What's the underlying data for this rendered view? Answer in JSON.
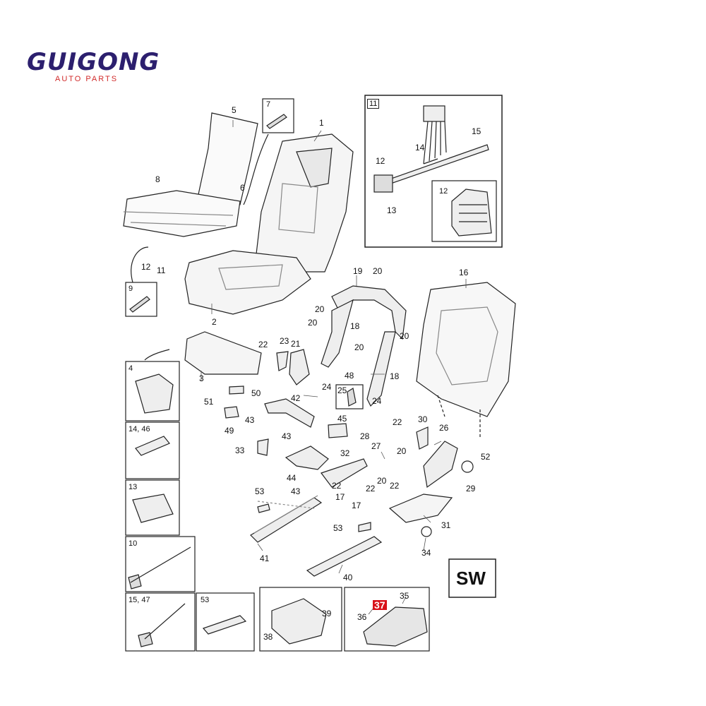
{
  "brand": {
    "name": "GUIGONG",
    "tagline": "AUTO PARTS",
    "color": "#2c1f6e",
    "tagline_color": "#d12a2a"
  },
  "corner_code": "SW",
  "highlighted_part": "37",
  "highlight_color": "#d8121a",
  "inset_labels": {
    "box_11": "11",
    "box_12": "12",
    "box_7": "7",
    "box_9": "9",
    "box_4": "4",
    "box_14_46": "14, 46",
    "box_13": "13",
    "box_10": "10",
    "box_15_47": "15, 47",
    "box_53": "53",
    "box_25": "25"
  },
  "callouts": {
    "c1": "1",
    "c2": "2",
    "c3": "3",
    "c5": "5",
    "c6": "6",
    "c8": "8",
    "c11a": "11",
    "c12a": "12",
    "c12b": "12",
    "c13": "13",
    "c14": "14",
    "c15": "15",
    "c16": "16",
    "c17a": "17",
    "c17b": "17",
    "c18a": "18",
    "c18b": "18",
    "c19": "19",
    "c20a": "20",
    "c20b": "20",
    "c20c": "20",
    "c20d": "20",
    "c20e": "20",
    "c20f": "20",
    "c20g": "20",
    "c21": "21",
    "c22a": "22",
    "c22b": "22",
    "c22c": "22",
    "c22d": "22",
    "c22e": "22",
    "c23": "23",
    "c24a": "24",
    "c24b": "24",
    "c26": "26",
    "c27": "27",
    "c28": "28",
    "c29": "29",
    "c30": "30",
    "c31": "31",
    "c32": "32",
    "c33": "33",
    "c34": "34",
    "c35": "35",
    "c36": "36",
    "c38": "38",
    "c39": "39",
    "c40": "40",
    "c41": "41",
    "c42": "42",
    "c43a": "43",
    "c43b": "43",
    "c43c": "43",
    "c44": "44",
    "c45": "45",
    "c48": "48",
    "c49": "49",
    "c50": "50",
    "c51": "51",
    "c52": "52",
    "c53a": "53",
    "c53b": "53"
  }
}
